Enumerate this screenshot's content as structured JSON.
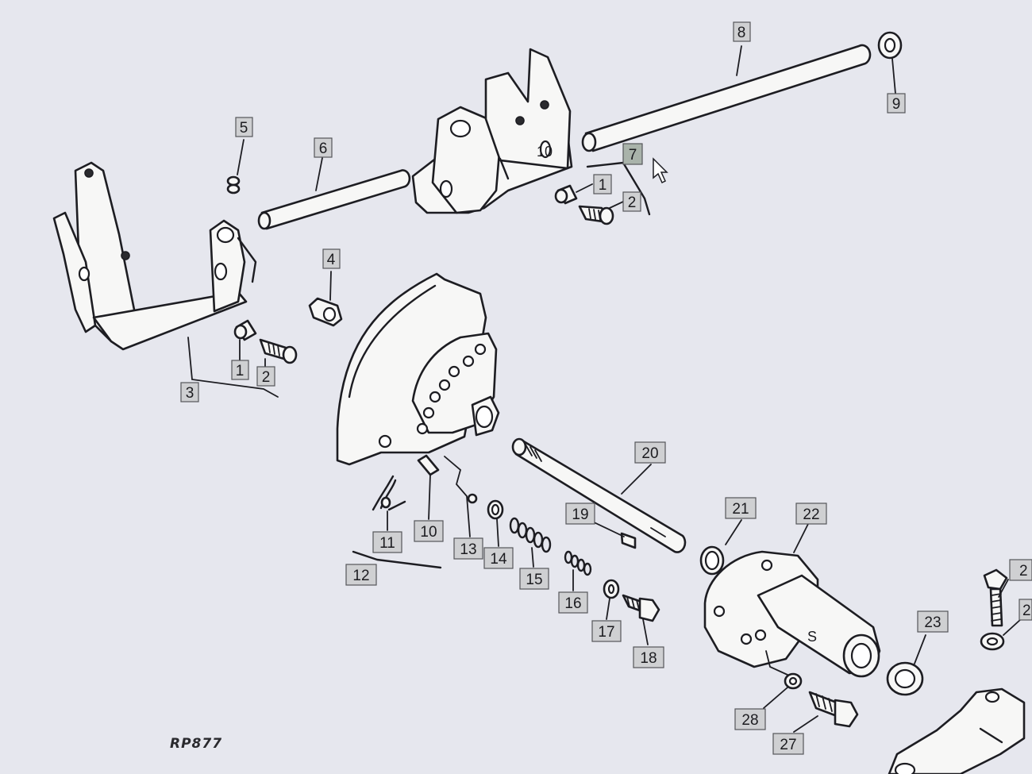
{
  "drawing_code": "RP877",
  "callouts": [
    {
      "id": "c8",
      "text": "8"
    },
    {
      "id": "c9",
      "text": "9"
    },
    {
      "id": "c5",
      "text": "5"
    },
    {
      "id": "c6",
      "text": "6"
    },
    {
      "id": "c7",
      "text": "7"
    },
    {
      "id": "c1a",
      "text": "1"
    },
    {
      "id": "c2a",
      "text": "2"
    },
    {
      "id": "c4",
      "text": "4"
    },
    {
      "id": "c1b",
      "text": "1"
    },
    {
      "id": "c2b",
      "text": "2"
    },
    {
      "id": "c3",
      "text": "3"
    },
    {
      "id": "c20",
      "text": "20"
    },
    {
      "id": "c19",
      "text": "19"
    },
    {
      "id": "c21",
      "text": "21"
    },
    {
      "id": "c22",
      "text": "22"
    },
    {
      "id": "c11",
      "text": "11"
    },
    {
      "id": "c10",
      "text": "10"
    },
    {
      "id": "c13",
      "text": "13"
    },
    {
      "id": "c14",
      "text": "14"
    },
    {
      "id": "c15",
      "text": "15"
    },
    {
      "id": "c12",
      "text": "12"
    },
    {
      "id": "c16",
      "text": "16"
    },
    {
      "id": "c17",
      "text": "17"
    },
    {
      "id": "c18",
      "text": "18"
    },
    {
      "id": "c23",
      "text": "23"
    },
    {
      "id": "c28",
      "text": "28"
    },
    {
      "id": "c27",
      "text": "27"
    },
    {
      "id": "c24",
      "text": "2"
    },
    {
      "id": "c25",
      "text": "2"
    }
  ],
  "shaft_mark": "10",
  "hub_mark": "S",
  "highlighted_callout": "7"
}
